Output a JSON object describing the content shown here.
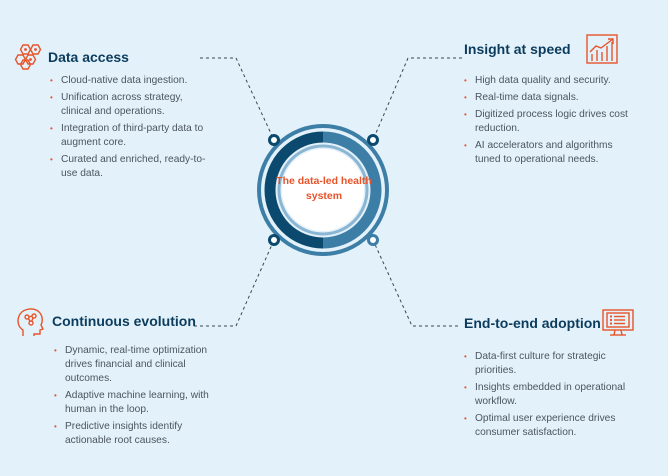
{
  "center": {
    "title": "The data-led health system"
  },
  "colors": {
    "accent": "#e8542a",
    "heading": "#0b3c5d",
    "ring_dark": "#0b4a6e",
    "ring_mid": "#3d7ea6",
    "ring_light": "#8ab6d3",
    "background": "#e3f1fa"
  },
  "quadrants": [
    {
      "id": "top-left",
      "icon": "hexagon-network-icon",
      "title": "Data access",
      "items": [
        "Cloud-native data ingestion.",
        "Unification across strategy, clinical and operations.",
        "Integration of third-party data to augment core.",
        "Curated and enriched, ready-to-use data."
      ]
    },
    {
      "id": "top-right",
      "icon": "rising-chart-icon",
      "title": "Insight at speed",
      "items": [
        "High data quality and security.",
        "Real-time data signals.",
        "Digitized process logic drives cost reduction.",
        "AI accelerators and algorithms tuned to operational needs."
      ]
    },
    {
      "id": "bottom-left",
      "icon": "brain-head-icon",
      "title": "Continuous evolution",
      "items": [
        "Dynamic, real-time optimization drives financial and clinical outcomes.",
        "Adaptive machine learning, with human in the loop.",
        "Predictive insights identify actionable root causes."
      ]
    },
    {
      "id": "bottom-right",
      "icon": "monitor-checklist-icon",
      "title": "End-to-end adoption",
      "items": [
        "Data-first culture for strategic priorities.",
        "Insights embedded in operational workflow.",
        "Optimal user experience drives consumer satisfaction."
      ]
    }
  ]
}
